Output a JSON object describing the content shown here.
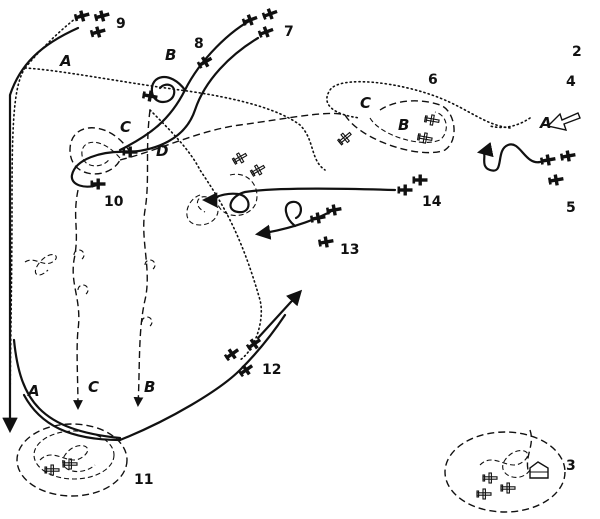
{
  "labels": {
    "n2": "2",
    "n3": "3",
    "n4": "4",
    "n5": "5",
    "n6": "6",
    "n7": "7",
    "n8": "8",
    "n9": "9",
    "n10": "10",
    "n11": "11",
    "n12": "12",
    "n13": "13",
    "n14": "14",
    "A": "A",
    "B": "B",
    "C": "C",
    "D": "D"
  }
}
